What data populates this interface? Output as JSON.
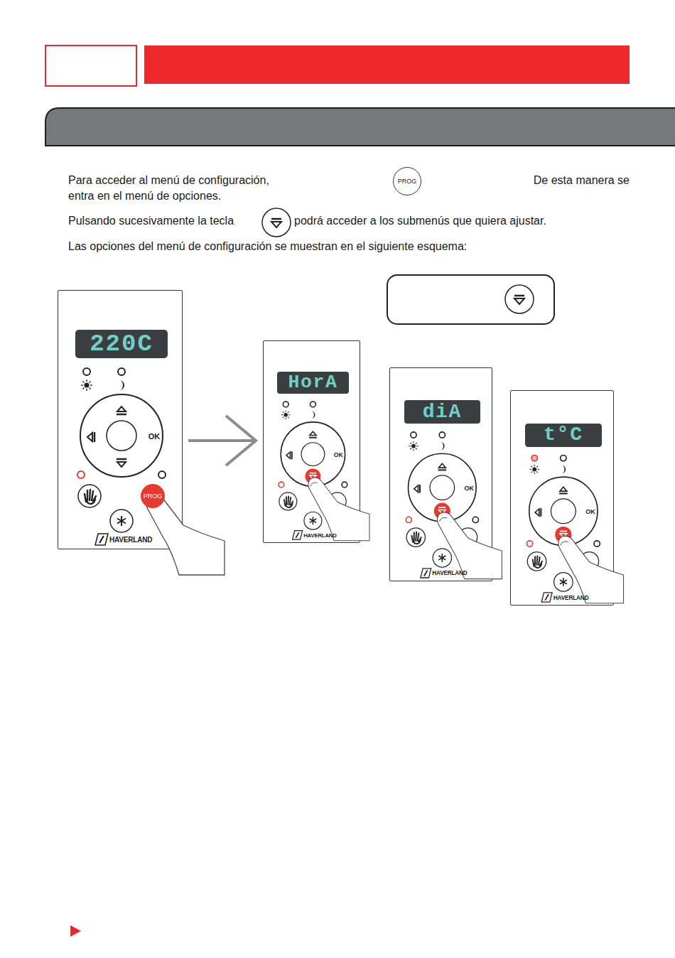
{
  "diagram": {
    "nodes": [
      {
        "text": [
          "PROG"
        ]
      },
      {
        "text": [
          "OK",
          "HAVERLAND"
        ]
      },
      {
        "text": [
          "220C"
        ],
        "in": 1
      },
      {
        "text": [
          "PROG"
        ],
        "in": 1
      },
      {
        "text": [
          "OK",
          "HAVERLAND"
        ]
      },
      {
        "text": [
          "HorA"
        ],
        "in": 4
      },
      {
        "text": [
          "OK",
          "HAVERLAND"
        ]
      },
      {
        "text": [
          "diA"
        ],
        "in": 6
      },
      {
        "text": [
          "OK",
          "HAVERLAND"
        ]
      },
      {
        "text": [
          "t°C"
        ],
        "in": 8
      }
    ],
    "edges": [
      {
        "from": 1,
        "to": 4,
        "arrow": "to"
      }
    ],
    "labels": [
      "Para acceder al menú de configuración,",
      "De esta manera se",
      "entra en el menú de opciones.",
      "Pulsando sucesivamente la tecla",
      "podrá acceder a los submenús que quiera ajustar.",
      "Las opciones del menú de configuración se muestran en el siguiente esquema:"
    ]
  }
}
